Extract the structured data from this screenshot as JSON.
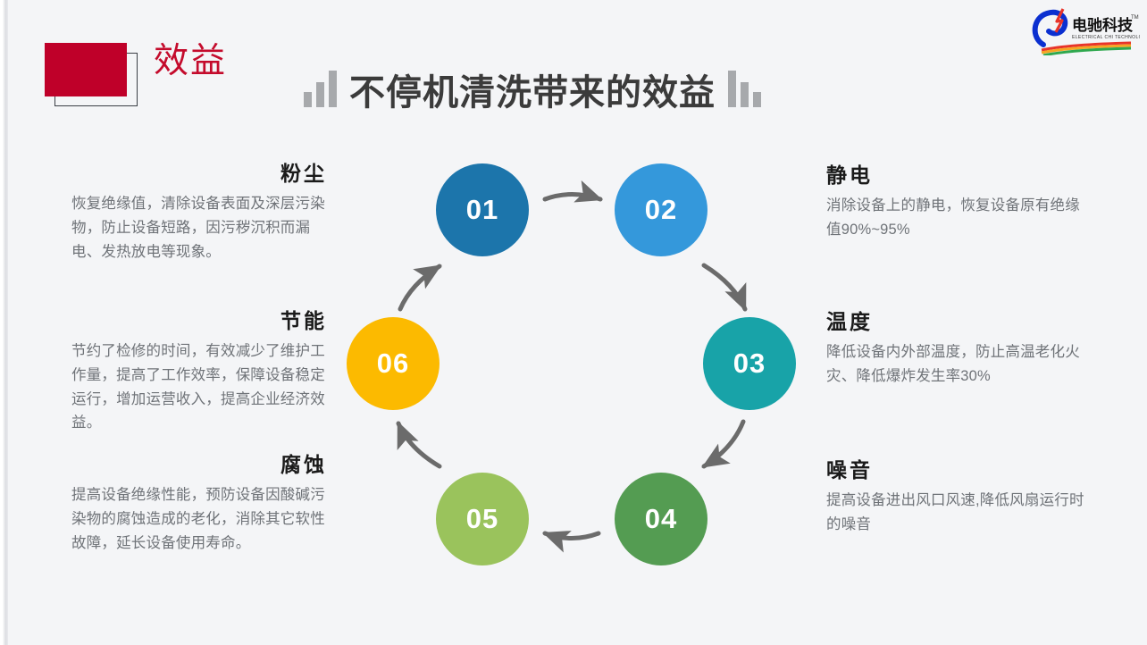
{
  "header": {
    "badge_label": "效益",
    "main_title": "不停机清洗带来的效益",
    "decoration_left": "bar-chart-ascending",
    "decoration_right": "bar-chart-descending",
    "badge_color": "#bf0029",
    "badge_text_color": "#c40b2c",
    "title_color": "#3b3b3b"
  },
  "logo": {
    "name": "电驰科技",
    "tagline": "ELECTRICAL CHI TECHNOLOGY",
    "trademark": "TM"
  },
  "diagram": {
    "type": "cycle",
    "steps": [
      {
        "number": "01",
        "color": "#1c75ab",
        "topic": "粉尘"
      },
      {
        "number": "02",
        "color": "#3498db",
        "topic": "静电"
      },
      {
        "number": "03",
        "color": "#18a3a8",
        "topic": "温度"
      },
      {
        "number": "04",
        "color": "#549c52",
        "topic": "噪音"
      },
      {
        "number": "05",
        "color": "#9ac35c",
        "topic": "腐蚀"
      },
      {
        "number": "06",
        "color": "#fcba00",
        "topic": "节能"
      }
    ],
    "arrow_color": "#6b6b6b"
  },
  "blocks": {
    "dust": {
      "title": "粉尘",
      "body": "恢复绝缘值，清除设备表面及深层污染物，防止设备短路，因污秽沉积而漏电、发热放电等现象。"
    },
    "energy": {
      "title": "节能",
      "body": "节约了检修的时间，有效减少了维护工作量，提高了工作效率，保障设备稳定运行，增加运营收入，提高企业经济效益。"
    },
    "corrosion": {
      "title": "腐蚀",
      "body": "提高设备绝缘性能，预防设备因酸碱污染物的腐蚀造成的老化，消除其它软性故障，延长设备使用寿命。"
    },
    "static": {
      "title": "静电",
      "body": "消除设备上的静电，恢复设备原有绝缘值90%~95%"
    },
    "temperature": {
      "title": "温度",
      "body": "降低设备内外部温度，防止高温老化火灾、降低爆炸发生率30%"
    },
    "noise": {
      "title": "噪音",
      "body": "提高设备进出风口风速,降低风扇运行时的噪音"
    }
  }
}
